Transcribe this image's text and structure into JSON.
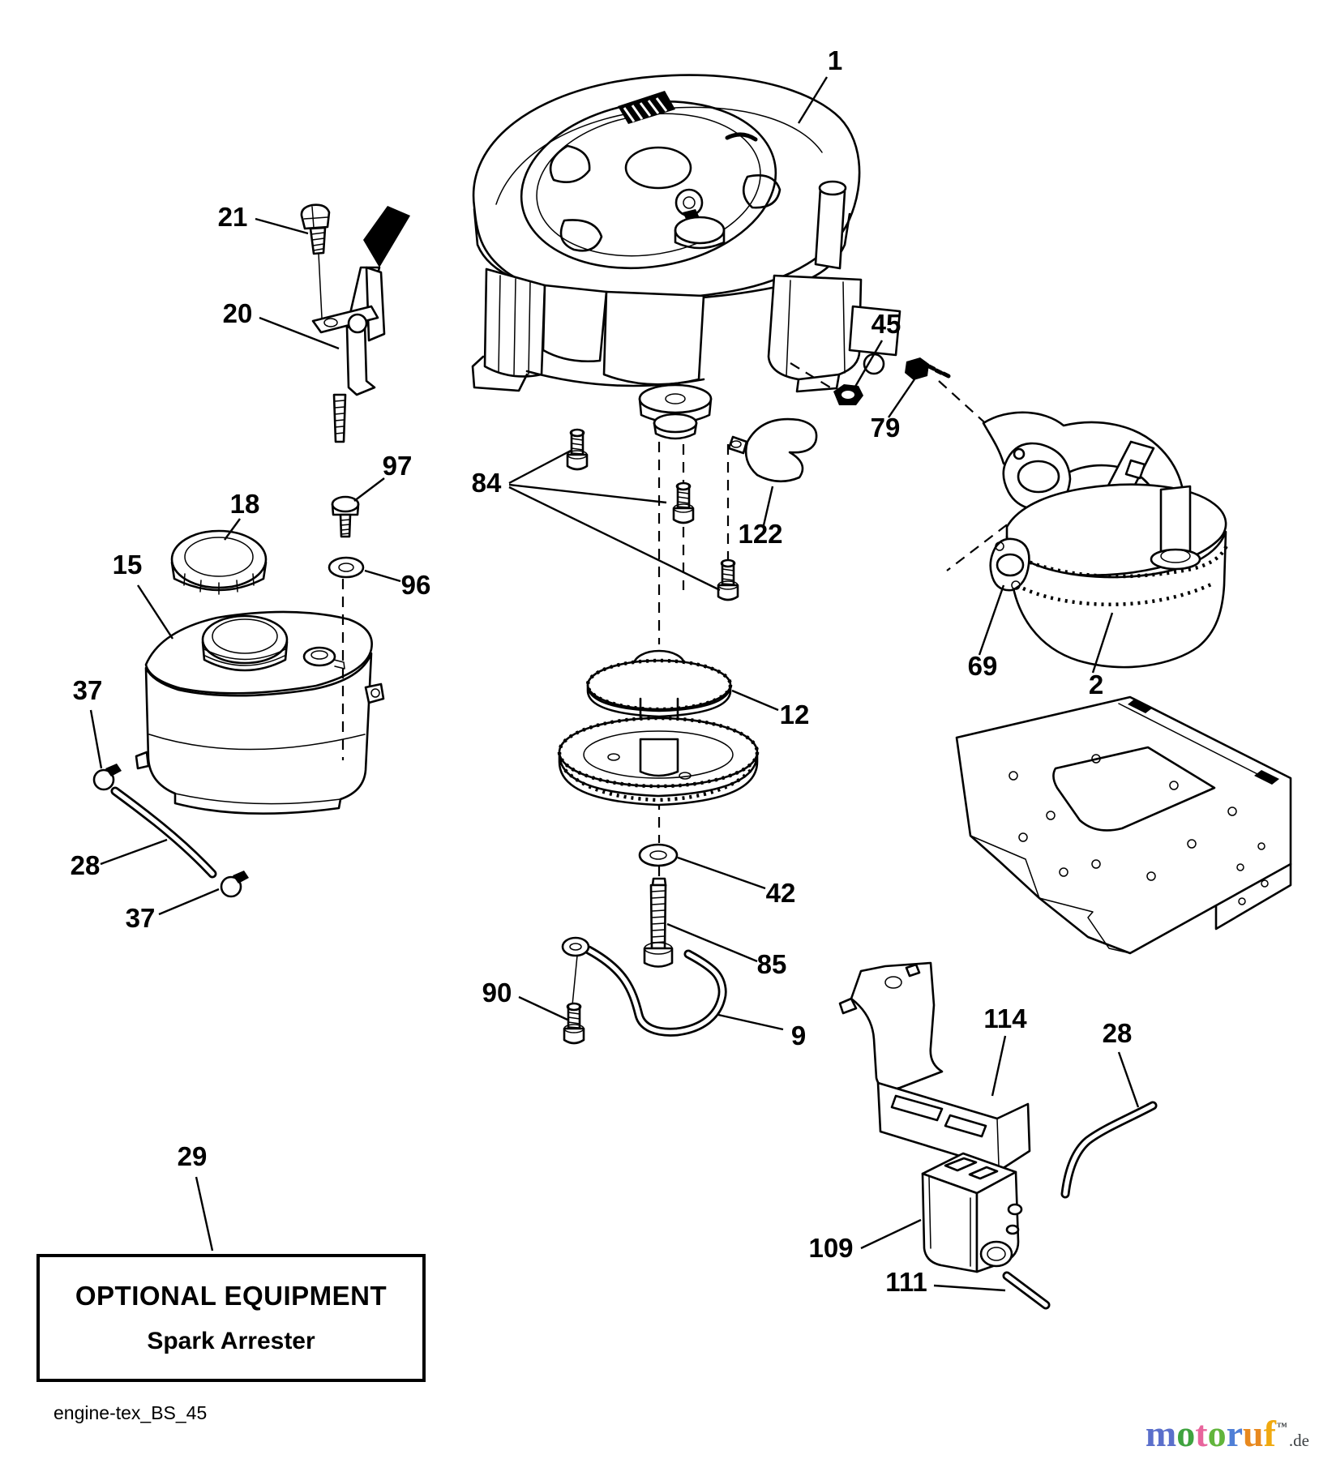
{
  "optional_box": {
    "title": "OPTIONAL EQUIPMENT",
    "subtitle": "Spark Arrester"
  },
  "footer_code": "engine-tex_BS_45",
  "callouts": {
    "engine": "1",
    "muffler": "2",
    "engine_brace": "9",
    "engine_pulley": "12",
    "fuel_tank": "15",
    "fuel_cap": "18",
    "throttle_control": "20",
    "throttle_screw": "21",
    "fuel_hose_upper": "28",
    "fuel_hose_lower": "28",
    "spark_arrester": "29",
    "hose_clamp_upper": "37",
    "hose_clamp_lower": "37",
    "washer": "42",
    "keps_nut": "45",
    "exhaust_gasket": "69",
    "muffler_bolt": "79",
    "engine_mounting_bolts": "84",
    "pulley_bolt": "85",
    "brace_bolt": "90",
    "flat_washer": "96",
    "tank_bolt": "97",
    "fuel_canister": "109",
    "canister_hose": "111",
    "heat_shield": "114",
    "debris_guard": "122"
  },
  "logo": {
    "word": [
      {
        "t": "m",
        "c": "#5b6fcb"
      },
      {
        "t": "o",
        "c": "#3fa33f"
      },
      {
        "t": "t",
        "c": "#e8649c"
      },
      {
        "t": "o",
        "c": "#62b53c"
      },
      {
        "t": "r",
        "c": "#4f7fd6"
      },
      {
        "t": "u",
        "c": "#e8891f"
      },
      {
        "t": "f",
        "c": "#f0a90f"
      }
    ],
    "tm": "™",
    "suffix": ".de",
    "suffix_color": "#3c4043"
  }
}
